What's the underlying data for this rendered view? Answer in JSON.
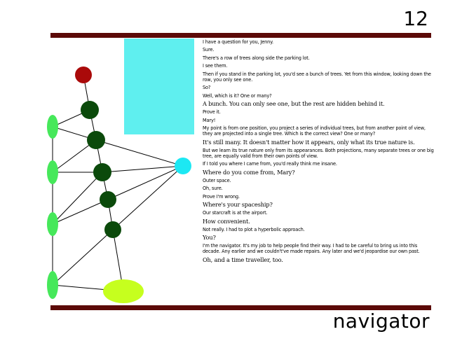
{
  "page_number": "12",
  "footer_title": "navigator",
  "colors": {
    "rule": "#5c0a08",
    "cyan_block": "#5fefef",
    "red_node": "#aa0a0a",
    "dark_green_node": "#0b4a0b",
    "light_green_node": "#46e85a",
    "cyan_node": "#1ce8f3",
    "yellow_green_node": "#c6ff1e"
  },
  "dialogue": [
    {
      "text": "I have a question for you, Jenny.",
      "big": false
    },
    {
      "text": "Sure.",
      "big": false
    },
    {
      "text": "There's a row of trees along side the parking lot.",
      "big": false
    },
    {
      "text": "I see them.",
      "big": false
    },
    {
      "text": "Then if you stand in the parking lot, you'd see a bunch of trees. Yet from this window, looking down the row, you only see one.",
      "big": false
    },
    {
      "text": "So?",
      "big": false
    },
    {
      "text": "Well, which is it? One or many?",
      "big": false
    },
    {
      "text": "A bunch. You can only see one, but the rest are hidden behind it.",
      "big": true
    },
    {
      "text": "Prove it.",
      "big": false
    },
    {
      "text": "Mary!",
      "big": false
    },
    {
      "text": "My point is from one position, you project a series of individual trees, but from another point of view, they are projected into a single tree. Which is the correct view? One or many?",
      "big": false
    },
    {
      "text": "It's still many. It doesn't matter how it appears, only what its true nature is.",
      "big": true
    },
    {
      "text": "But we learn its true nature only from its appearances. Both projections, many separate trees or one big tree, are equally valid from their own points of view.",
      "big": false
    },
    {
      "text": "If I told you where I came from, you'd really think me insane.",
      "big": false
    },
    {
      "text": "Where do you come from, Mary?",
      "big": true
    },
    {
      "text": "Outer space.",
      "big": false
    },
    {
      "text": "Oh, sure.",
      "big": false
    },
    {
      "text": "Prove I'm wrong.",
      "big": false
    },
    {
      "text": "Where's your spaceship?",
      "big": true
    },
    {
      "text": "Our starcraft is at the airport.",
      "big": false
    },
    {
      "text": "How convenient.",
      "big": true
    },
    {
      "text": "Not really. I had to plot a hyperbolic approach.",
      "big": false
    },
    {
      "text": "You?",
      "big": true
    },
    {
      "text": "I'm the navigator. It's my job to help people find their way. I had to be careful to bring us into this decade. Any earlier and we couldn't've made repairs. Any later and we'd jeopardise our own past.",
      "big": false
    },
    {
      "text": "Oh, and a time traveller, too.",
      "big": true
    }
  ]
}
